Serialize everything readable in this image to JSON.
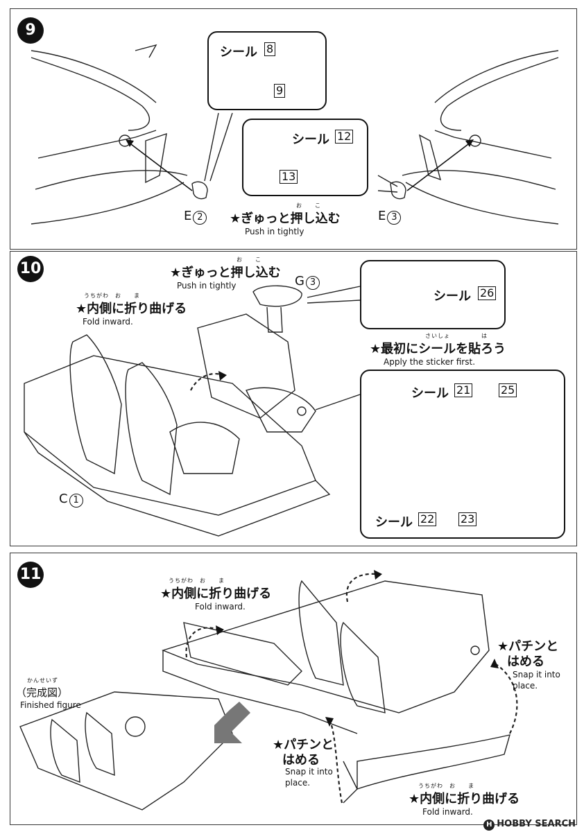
{
  "step9": {
    "number": "9",
    "sticker_label": "シール",
    "sticker_8": "8",
    "sticker_9": "9",
    "sticker_12": "12",
    "sticker_13": "13",
    "part_left": "E",
    "part_left_num": "2",
    "part_right": "E",
    "part_right_num": "3",
    "ruby": "お　　こ",
    "instruction_jp": "★ぎゅっと押し込む",
    "instruction_en": "Push in tightly"
  },
  "step10": {
    "number": "10",
    "push_ruby": "お　　こ",
    "push_jp": "★ぎゅっと押し込む",
    "push_en": "Push in tightly",
    "fold_ruby": "うちがわ　お　　ま",
    "fold_jp": "★内側に折り曲げる",
    "fold_en": "Fold inward.",
    "part_g": "G",
    "part_g_num": "3",
    "sticker_label": "シール",
    "sticker_26": "26",
    "first_ruby": "さいしょ　　　　　は",
    "first_jp": "★最初にシールを貼ろう",
    "first_en": "Apply the sticker first.",
    "sticker_21": "21",
    "sticker_25": "25",
    "sticker_22": "22",
    "sticker_23": "23",
    "part_c": "C",
    "part_c_num": "1"
  },
  "step11": {
    "number": "11",
    "fold_ruby": "うちがわ　お　　ま",
    "fold_jp": "★内側に折り曲げる",
    "fold_en": "Fold inward.",
    "snap_jp_1": "★パチンと",
    "snap_jp_2": "はめる",
    "snap_en_1": "Snap it into",
    "snap_en_2": "place.",
    "finished_ruby": "かんせいず",
    "finished_jp": "（完成図）",
    "finished_en": "Finished figure",
    "snap2_jp_1": "★パチンと",
    "snap2_jp_2": "はめる",
    "snap2_en_1": "Snap it into",
    "snap2_en_2": "place.",
    "fold2_ruby": "うちがわ　お　　ま",
    "fold2_jp": "★内側に折り曲げる",
    "fold2_en": "Fold inward."
  },
  "watermark": "HOBBY SEARCH",
  "watermark_mark": "H"
}
